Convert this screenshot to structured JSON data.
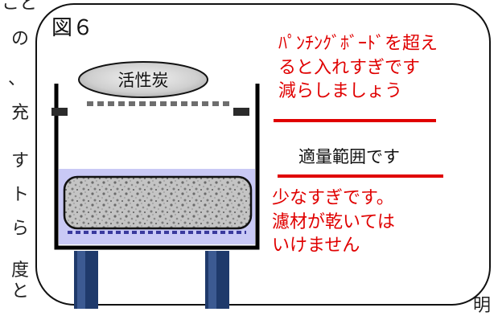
{
  "figure": {
    "label": "図６",
    "carbon_label": "活性炭",
    "note_top": [
      "ﾊﾟﾝﾁﾝｸﾞﾎﾞｰﾄﾞを超え",
      "ると入れすぎです",
      "減らしましょう"
    ],
    "note_mid": "適量範囲です",
    "note_bottom": [
      "少なすぎです。",
      "濾材が乾いては",
      "いけません"
    ]
  },
  "background_text": [
    "こと",
    "の",
    "、",
    "充",
    "す",
    "ト",
    "ら",
    "度",
    "と",
    "明"
  ],
  "colors": {
    "warning": "#e00000",
    "water": "#c9c9f5",
    "tank_outline": "#000000",
    "legs": "#1f3a6b"
  }
}
